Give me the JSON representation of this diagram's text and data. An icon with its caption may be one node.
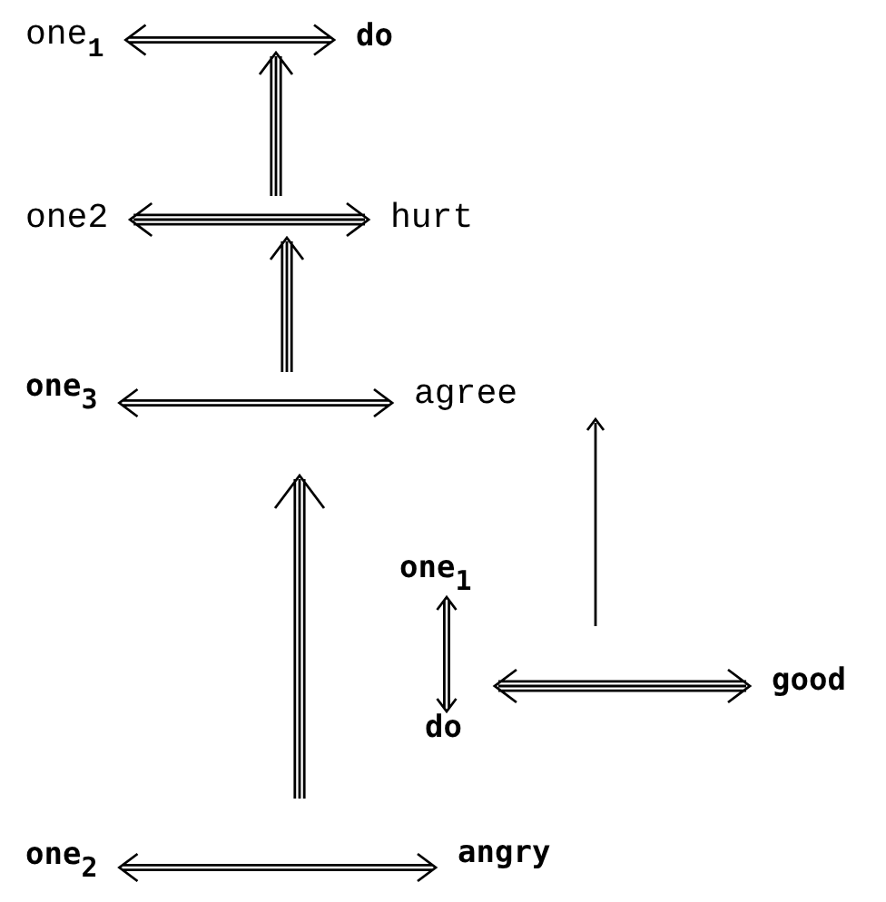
{
  "diagram": {
    "nodes": [
      {
        "text": [
          "one$_{1}$"
        ]
      },
      {
        "text": [
          "do"
        ]
      },
      {
        "text": [
          "one2"
        ]
      },
      {
        "text": [
          "hurt"
        ]
      },
      {
        "text": [
          "one$_{3}$"
        ]
      },
      {
        "text": [
          "agree"
        ]
      },
      {
        "text": [
          "one$_{1}$"
        ]
      },
      {
        "text": [
          "do"
        ]
      },
      {
        "text": [
          "good"
        ]
      },
      {
        "text": [
          "one$_{2}$"
        ]
      },
      {
        "text": [
          "angry"
        ]
      }
    ],
    "edges": [
      {
        "from": 0,
        "to": 1,
        "arrow": "both"
      },
      {
        "from": 2,
        "to": 3,
        "arrow": "both"
      },
      {
        "from": 4,
        "to": 5,
        "arrow": "both"
      },
      {
        "from": 6,
        "to": 7,
        "arrow": "both"
      },
      {
        "from": 7,
        "to": 8,
        "arrow": "both"
      },
      {
        "from": null,
        "to": 5,
        "arrow": "to"
      },
      {
        "from": 9,
        "to": 10,
        "arrow": "both"
      }
    ]
  }
}
